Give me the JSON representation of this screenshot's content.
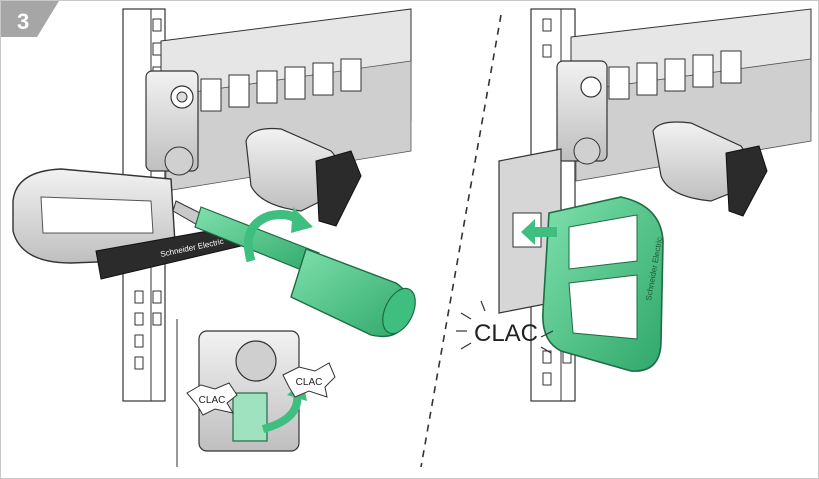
{
  "step": {
    "number": "3"
  },
  "labels": {
    "clac_small_left": "CLAC",
    "clac_small_right": "CLAC",
    "clac_large": "CLAC"
  },
  "brand": {
    "handle_left": "Schneider Electric",
    "handle_right": "Schneider Electric"
  },
  "colors": {
    "step_badge": "#a6a6a6",
    "accent_green": "#3fbf7f",
    "green_dark": "#1f8a55",
    "handle_black": "#2b2b2b",
    "frame_grey": "#d9d9d9"
  }
}
